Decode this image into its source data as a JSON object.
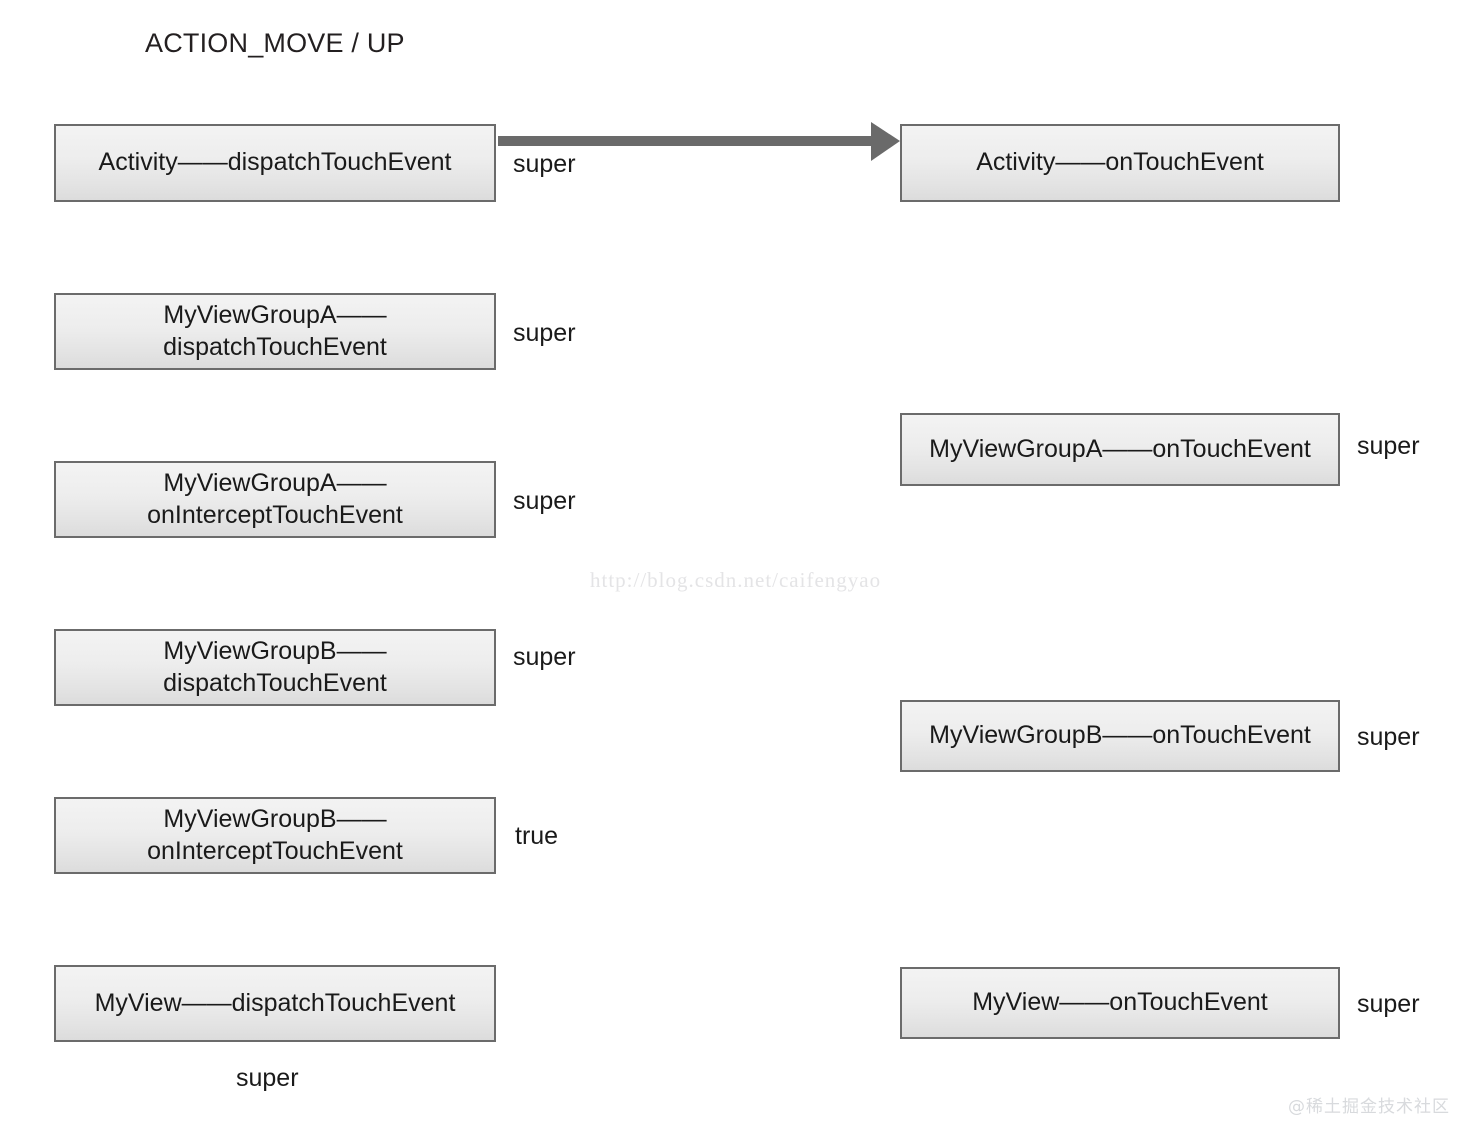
{
  "title": "ACTION_MOVE / UP",
  "colors": {
    "box_border": "#6b6b6b",
    "box_fill_top": "#f3f3f3",
    "box_fill_bottom": "#dcdcdc",
    "text": "#1a1a1a",
    "arrow": "#6a6a6a",
    "watermark": "#e4e4e6"
  },
  "nodes": {
    "activity_dispatch": "Activity——dispatchTouchEvent",
    "activity_ontouch": "Activity——onTouchEvent",
    "vga_dispatch": "MyViewGroupA——\ndispatchTouchEvent",
    "vga_intercept": "MyViewGroupA——\nonInterceptTouchEvent",
    "vga_ontouch": "MyViewGroupA——onTouchEvent",
    "vgb_dispatch": "MyViewGroupB——\ndispatchTouchEvent",
    "vgb_intercept": "MyViewGroupB——\nonInterceptTouchEvent",
    "vgb_ontouch": "MyViewGroupB——onTouchEvent",
    "view_dispatch": "MyView——dispatchTouchEvent",
    "view_ontouch": "MyView——onTouchEvent"
  },
  "edge_labels": {
    "activity_dispatch_super": "super",
    "vga_dispatch_super": "super",
    "vga_intercept_super": "super",
    "vga_ontouch_super": "super",
    "vgb_dispatch_super": "super",
    "vgb_intercept_true": "true",
    "vgb_ontouch_super": "super",
    "view_dispatch_super": "super",
    "view_ontouch_super": "super"
  },
  "watermarks": {
    "url": "http://blog.csdn.net/caifengyao",
    "brand": "@稀土掘金技术社区"
  }
}
